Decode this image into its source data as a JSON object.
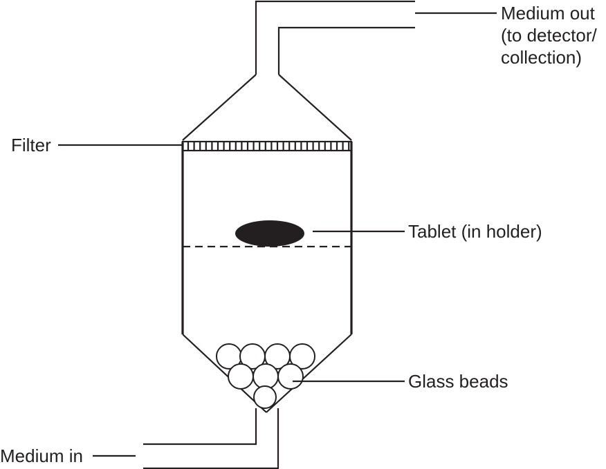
{
  "labels": {
    "medium_out": "Medium out",
    "medium_out_line2": "(to detector/",
    "medium_out_line3": "collection)",
    "filter": "Filter",
    "tablet": "Tablet (in holder)",
    "glass_beads": "Glass beads",
    "medium_in": "Medium in"
  }
}
